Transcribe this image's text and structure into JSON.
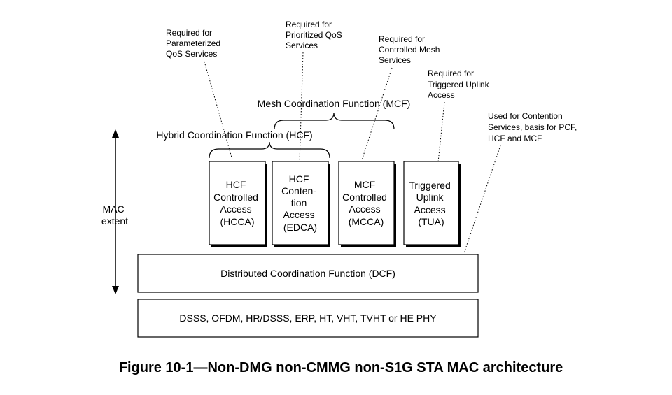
{
  "notes": {
    "pqos": [
      "Required for",
      "Parameterized",
      "QoS Services"
    ],
    "prio": [
      "Required for",
      "Prioritized QoS",
      "Services"
    ],
    "mesh": [
      "Required for",
      "Controlled Mesh",
      "Services"
    ],
    "tua": [
      "Required for",
      "Triggered Uplink",
      "Access"
    ],
    "contention": [
      "Used for Contention",
      "Services, basis for PCF,",
      "HCF and MCF"
    ]
  },
  "functions": {
    "mcf": "Mesh Coordination Function (MCF)",
    "hcf": "Hybrid Coordination Function (HCF)"
  },
  "mac_extent": [
    "MAC",
    "extent"
  ],
  "boxes": {
    "hcca": [
      "HCF",
      "Controlled",
      "Access",
      "(HCCA)"
    ],
    "edca": [
      "HCF",
      "Conten-",
      "tion",
      "Access",
      "(EDCA)"
    ],
    "mcca": [
      "MCF",
      "Controlled",
      "Access",
      "(MCCA)"
    ],
    "tua": [
      "Triggered",
      "Uplink",
      "Access",
      "(TUA)"
    ]
  },
  "dcf": "Distributed Coordination Function (DCF)",
  "phy": "DSSS, OFDM, HR/DSSS, ERP, HT, VHT, TVHT or HE PHY",
  "caption": "Figure 10-1—Non-DMG non-CMMG non-S1G STA MAC architecture"
}
